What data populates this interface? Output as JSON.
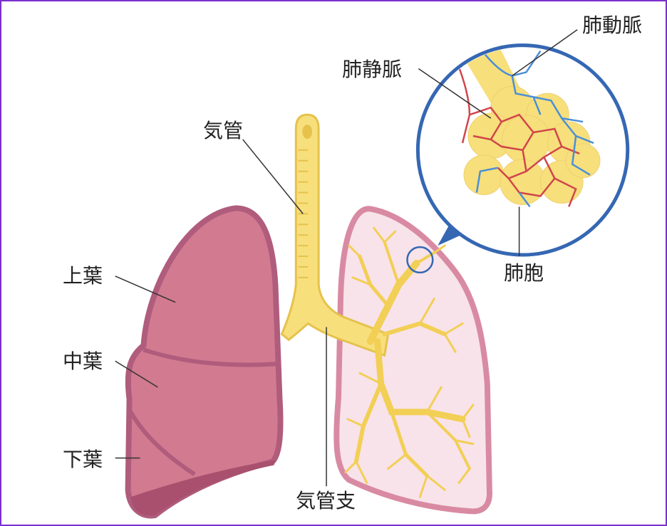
{
  "labels": {
    "pulmonary_artery": "肺動脈",
    "pulmonary_vein": "肺静脈",
    "trachea": "気管",
    "upper_lobe": "上葉",
    "middle_lobe": "中葉",
    "lower_lobe": "下葉",
    "bronchus": "気管支",
    "alveoli": "肺胞"
  },
  "colors": {
    "border": "#7a2fd0",
    "left_lung": "#d27a90",
    "left_lung_outline": "#b05c7c",
    "right_lung_fill": "#f8e3ea",
    "right_lung_outline": "#d98aa3",
    "airway": "#f7df7c",
    "airway_outline": "#e6c24c",
    "inset_ring": "#3567b3",
    "vein": "#d0454a",
    "artery": "#4a8fd6"
  }
}
